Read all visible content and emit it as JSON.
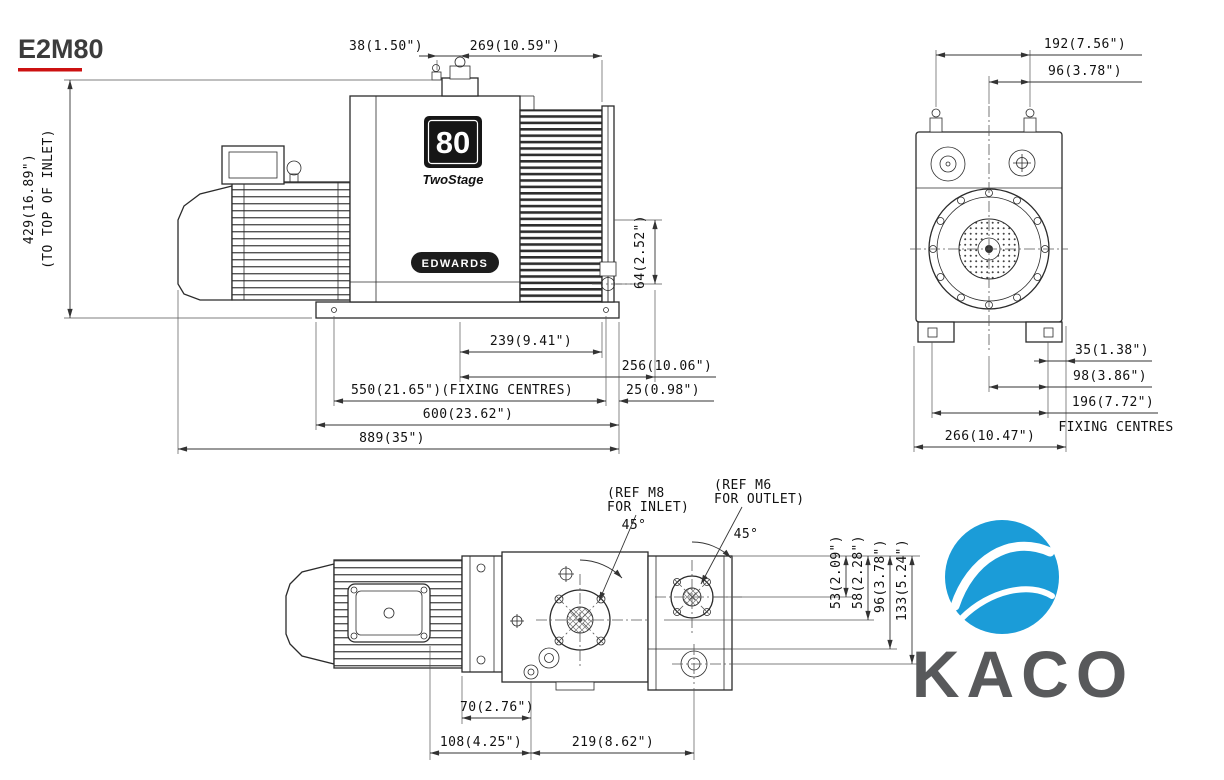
{
  "title": "E2M80",
  "side_view": {
    "dim_inlet_offset": "38(1.50\")",
    "dim_inlet_to_end": "269(10.59\")",
    "dim_height": "429(16.89\")",
    "dim_height_note": "(TO TOP OF INLET)",
    "dim_outlet_height": "64(2.52\")",
    "dim_239": "239(9.41\")",
    "dim_256": "256(10.06\")",
    "dim_fixing": "550(21.65\")(FIXING CENTRES)",
    "dim_25": "25(0.98\")",
    "dim_base": "600(23.62\")",
    "dim_overall": "889(35\")",
    "badge_number": "80",
    "badge_series": "TwoStage",
    "brand": "EDWARDS"
  },
  "front_view": {
    "dim_width_top": "192(7.56\")",
    "dim_half_width": "96(3.78\")",
    "dim_35": "35(1.38\")",
    "dim_98": "98(3.86\")",
    "dim_196": "196(7.72\")",
    "fixing_note": "FIXING CENTRES",
    "dim_overall": "266(10.47\")"
  },
  "top_view": {
    "ref_inlet_1": "(REF M8",
    "ref_inlet_2": "FOR INLET)",
    "ref_outlet_1": "(REF M6",
    "ref_outlet_2": "FOR OUTLET)",
    "angle_inlet": "45°",
    "angle_outlet": "45°",
    "dim_53": "53(2.09\")",
    "dim_58": "58(2.28\")",
    "dim_96": "96(3.78\")",
    "dim_133": "133(5.24\")",
    "dim_70": "70(2.76\")",
    "dim_108": "108(4.25\")",
    "dim_219": "219(8.62\")"
  },
  "logo": {
    "text": "KACO"
  },
  "colors": {
    "accent_red": "#cc1111",
    "logo_blue": "#1b9cd8",
    "logo_text_gray": "#58595b",
    "line_dark": "#2b2b2b"
  }
}
